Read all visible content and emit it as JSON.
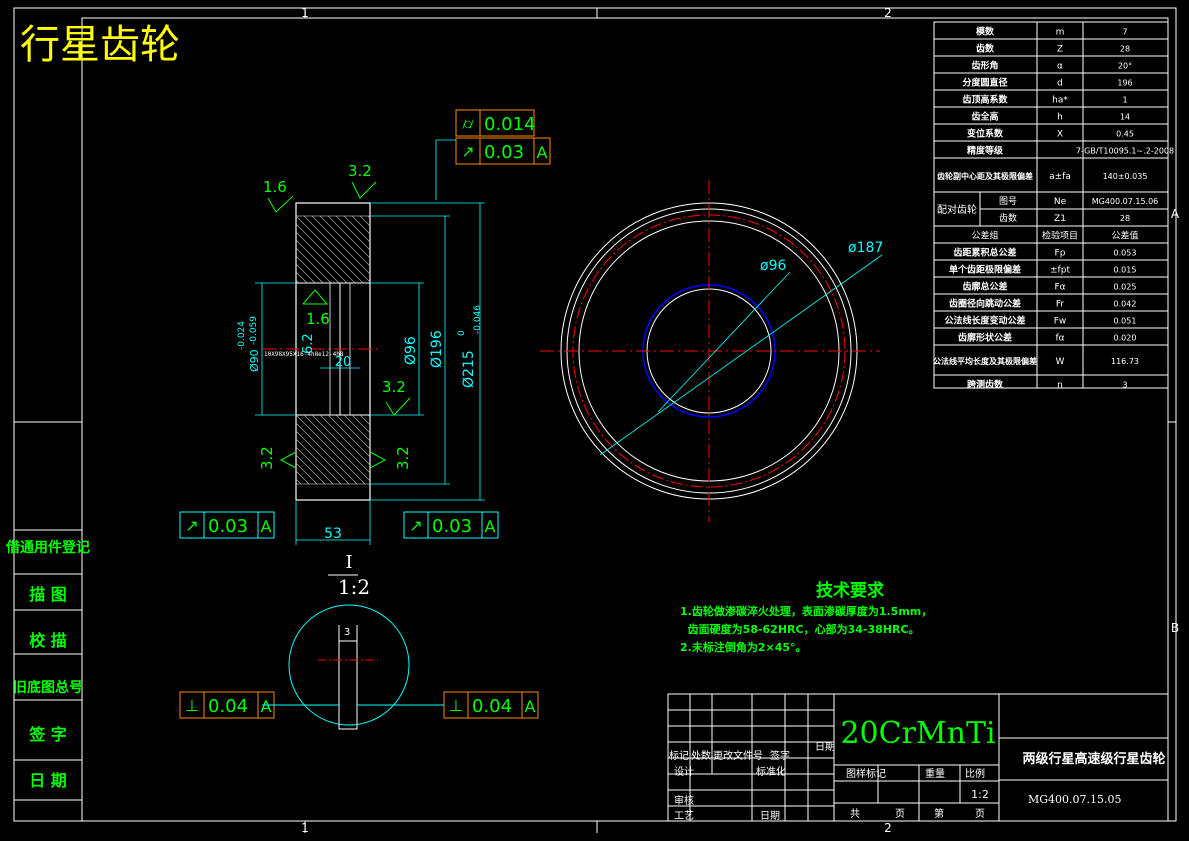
{
  "title": "行星齿轮",
  "zone_labels": {
    "top_1": "1",
    "top_2": "2",
    "bottom_1": "1",
    "bottom_2": "2",
    "right_a": "A",
    "right_b": "B"
  },
  "gear_params": [
    {
      "name": "模数",
      "symbol": "m",
      "value": "7"
    },
    {
      "name": "齿数",
      "symbol": "Z",
      "value": "28"
    },
    {
      "name": "齿形角",
      "symbol": "α",
      "value": "20°"
    },
    {
      "name": "分度圆直径",
      "symbol": "d",
      "value": "196"
    },
    {
      "name": "齿顶高系数",
      "symbol": "ha*",
      "value": "1"
    },
    {
      "name": "齿全高",
      "symbol": "h",
      "value": "14"
    },
    {
      "name": "变位系数",
      "symbol": "X",
      "value": "0.45"
    },
    {
      "name": "精度等级",
      "symbol": "",
      "value": "7-GB/T10095.1~.2-2008"
    },
    {
      "name": "齿轮副中心距及其极限偏差",
      "symbol": "a±fa",
      "value": "140±0.035"
    }
  ],
  "mating": {
    "label": "配对齿轮",
    "rows": [
      {
        "name": "图号",
        "symbol": "Ne",
        "value": "MG400.07.15.06"
      },
      {
        "name": "齿数",
        "symbol": "Z1",
        "value": "28"
      }
    ]
  },
  "inspection_header": {
    "group": "公差组",
    "item": "检验项目",
    "value": "公差值"
  },
  "inspection_rows": [
    {
      "name": "齿距累积总公差",
      "symbol": "Fp",
      "value": "0.053"
    },
    {
      "name": "单个齿距极限偏差",
      "symbol": "±fpt",
      "value": "0.015"
    },
    {
      "name": "齿廓总公差",
      "symbol": "Fα",
      "value": "0.025"
    },
    {
      "name": "齿圈径向跳动公差",
      "symbol": "Fr",
      "value": "0.042"
    },
    {
      "name": "公法线长度变动公差",
      "symbol": "Fw",
      "value": "0.051"
    },
    {
      "name": "齿廓形状公差",
      "symbol": "fα",
      "value": "0.020"
    },
    {
      "name": "公法线平均长度及其极限偏差",
      "symbol": "W",
      "value": "116.73"
    },
    {
      "name": "跨测齿数",
      "symbol": "n",
      "value": "3"
    }
  ],
  "left_strip": [
    "借通用件登记",
    "描 图",
    "校 描",
    "旧底图总号",
    "签 字",
    "日 期"
  ],
  "tech_title": "技术要求",
  "tech_notes": [
    "1.齿轮做渗碳淬火处理，表面渗碳厚度为1.5mm，",
    "  齿面硬度为58-62HRC，心部为34-38HRC。",
    "2.未标注倒角为2×45°。"
  ],
  "material": "20CrMnTi",
  "part_name": "两级行星高速级行星齿轮",
  "drawing_no": "MG400.07.15.05",
  "scale": "1:2",
  "title_block": {
    "mark": "标记",
    "count": "处数",
    "change_doc": "更改文件号",
    "sign": "签字",
    "date": "日期",
    "design": "设计",
    "standardize": "标准化",
    "review": "审核",
    "process": "工艺",
    "date2": "日期",
    "stage": "图样标记",
    "weight": "重量",
    "scale_label": "比例",
    "total": "共",
    "sheets": "页",
    "page_no": "第",
    "page": "页"
  },
  "dims": {
    "d_tip": "Ø215",
    "tip_tol_upper": "0",
    "tip_tol_lower": "-0.046",
    "d_pitch": "Ø196",
    "d_root": "Ø96",
    "d_bore": "Ø90",
    "bore_tol_upper": "-0.024",
    "bore_tol_lower": "-0.059",
    "width": "53",
    "bore_width": "20",
    "keyway_depth": "6.2",
    "rough_16": "1.6",
    "rough_32": "3.2",
    "circle_187": "ø187",
    "circle_96": "ø96",
    "spline_note": "10X98X95X16-4h8e12-4h8",
    "section_label": "I",
    "section_scale": "1:2",
    "key_width": "3"
  },
  "tolerances": [
    {
      "symbol": "⌭",
      "value": "0.014",
      "datum": ""
    },
    {
      "symbol": "↗",
      "value": "0.03",
      "datum": "A"
    },
    {
      "symbol": "↗",
      "value": "0.03",
      "datum": "A"
    },
    {
      "symbol": "↗",
      "value": "0.03",
      "datum": "A"
    },
    {
      "symbol": "⊥",
      "value": "0.04",
      "datum": "A"
    },
    {
      "symbol": "⊥",
      "value": "0.04",
      "datum": "A"
    }
  ],
  "colors": {
    "frame": "#ffffff",
    "dim": "#00ffff",
    "text": "#00ff00",
    "title": "#ffff00",
    "accent_red": "#ff0000",
    "accent_blue": "#0000ff",
    "tol_box": "#ff8c00"
  }
}
